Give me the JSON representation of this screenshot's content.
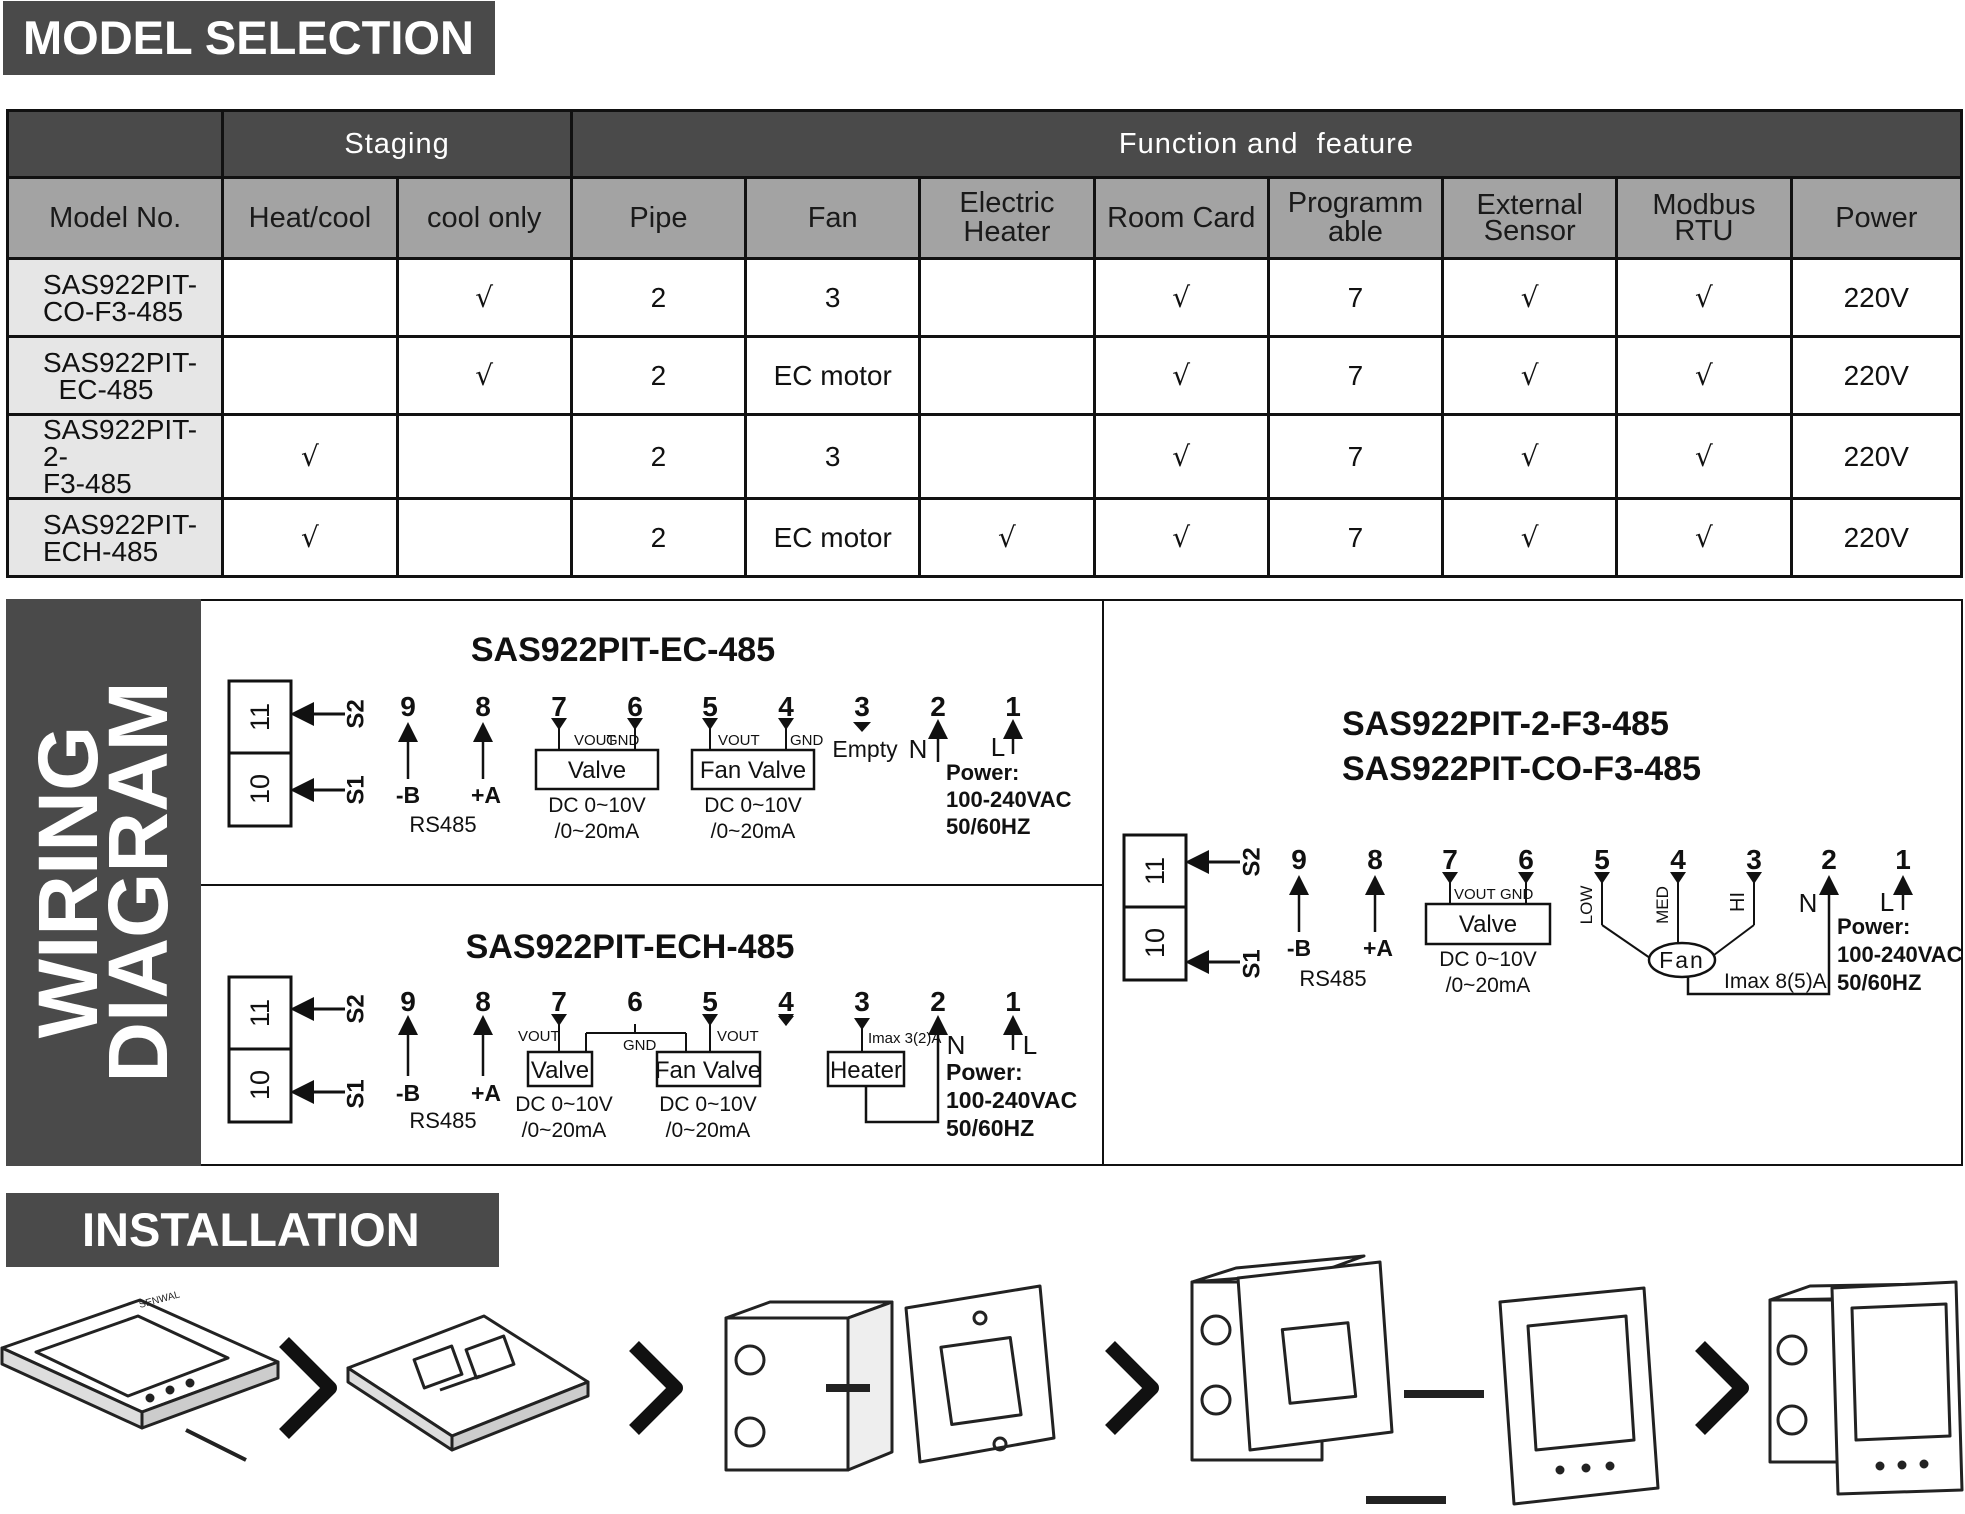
{
  "sections": {
    "model_selection": "MODEL SELECTION",
    "wiring_line1": "WIRING",
    "wiring_line2": "DIAGRAM",
    "installation": "INSTALLATION"
  },
  "table": {
    "group_headers": {
      "staging": "Staging",
      "function": "Function and  feature"
    },
    "columns": [
      "Model No.",
      "Heat/cool",
      "cool only",
      "Pipe",
      "Fan",
      "Electric\nHeater",
      "Room Card",
      "Programm\nable",
      "External\nSensor",
      "Modbus\nRTU",
      "Power"
    ],
    "rows": [
      {
        "model": "SAS922PIT-\nCO-F3-485",
        "heat_cool": "",
        "cool_only": "√",
        "pipe": "2",
        "fan": "3",
        "heater": "",
        "room_card": "√",
        "programmable": "7",
        "external_sensor": "√",
        "modbus": "√",
        "power": "220V"
      },
      {
        "model": "SAS922PIT-\n  EC-485",
        "heat_cool": "",
        "cool_only": "√",
        "pipe": "2",
        "fan": "EC motor",
        "heater": "",
        "room_card": "√",
        "programmable": "7",
        "external_sensor": "√",
        "modbus": "√",
        "power": "220V"
      },
      {
        "model": "SAS922PIT-2-\nF3-485",
        "heat_cool": "√",
        "cool_only": "",
        "pipe": "2",
        "fan": "3",
        "heater": "",
        "room_card": "√",
        "programmable": "7",
        "external_sensor": "√",
        "modbus": "√",
        "power": "220V"
      },
      {
        "model": "SAS922PIT-\nECH-485",
        "heat_cool": "√",
        "cool_only": "",
        "pipe": "2",
        "fan": "EC motor",
        "heater": "√",
        "room_card": "√",
        "programmable": "7",
        "external_sensor": "√",
        "modbus": "√",
        "power": "220V"
      }
    ]
  },
  "wiring": {
    "ec": {
      "title": "SAS922PIT-EC-485",
      "terminals": [
        "11",
        "10"
      ],
      "sensors": [
        "S2",
        "S1"
      ],
      "nums": [
        "9",
        "8",
        "7",
        "6",
        "5",
        "4",
        "3",
        "2",
        "1"
      ],
      "rs485_b": "-B",
      "rs485_a": "+A",
      "rs485": "RS485",
      "vout": "VOUT",
      "gnd": "GND",
      "valve": "Valve",
      "fan_valve": "Fan Valve",
      "dc1": "DC 0~10V",
      "dc2": "/0~20mA",
      "empty": "Empty",
      "n": "N",
      "l": "L",
      "power1": "Power:",
      "power2": "100-240VAC",
      "power3": "50/60HZ"
    },
    "ech": {
      "title": "SAS922PIT-ECH-485",
      "terminals": [
        "11",
        "10"
      ],
      "sensors": [
        "S2",
        "S1"
      ],
      "nums": [
        "9",
        "8",
        "7",
        "6",
        "5",
        "4",
        "3",
        "2",
        "1"
      ],
      "rs485_b": "-B",
      "rs485_a": "+A",
      "rs485": "RS485",
      "vout": "VOUT",
      "gnd": "GND",
      "valve": "Valve",
      "fan_valve": "Fan Valve",
      "heater": "Heater",
      "imax": "Imax 3(2)A",
      "dc1": "DC 0~10V",
      "dc2": "/0~20mA",
      "n": "N",
      "l": "L",
      "power1": "Power:",
      "power2": "100-240VAC",
      "power3": "50/60HZ"
    },
    "f3": {
      "title1": "SAS922PIT-2-F3-485",
      "title2": "SAS922PIT-CO-F3-485",
      "terminals": [
        "11",
        "10"
      ],
      "sensors": [
        "S2",
        "S1"
      ],
      "nums": [
        "9",
        "8",
        "7",
        "6",
        "5",
        "4",
        "3",
        "2",
        "1"
      ],
      "rs485_b": "-B",
      "rs485_a": "+A",
      "rs485": "RS485",
      "vout": "VOUT",
      "gnd": "GND",
      "valve": "Valve",
      "dc1": "DC 0~10V",
      "dc2": "/0~20mA",
      "low": "LOW",
      "med": "MED",
      "hi": "HI",
      "fan": "Fan",
      "imax": "Imax 8(5)A",
      "n": "N",
      "l": "L",
      "power1": "Power:",
      "power2": "100-240VAC",
      "power3": "50/60HZ"
    }
  },
  "installation": {
    "device_brand": "SENWAL"
  }
}
